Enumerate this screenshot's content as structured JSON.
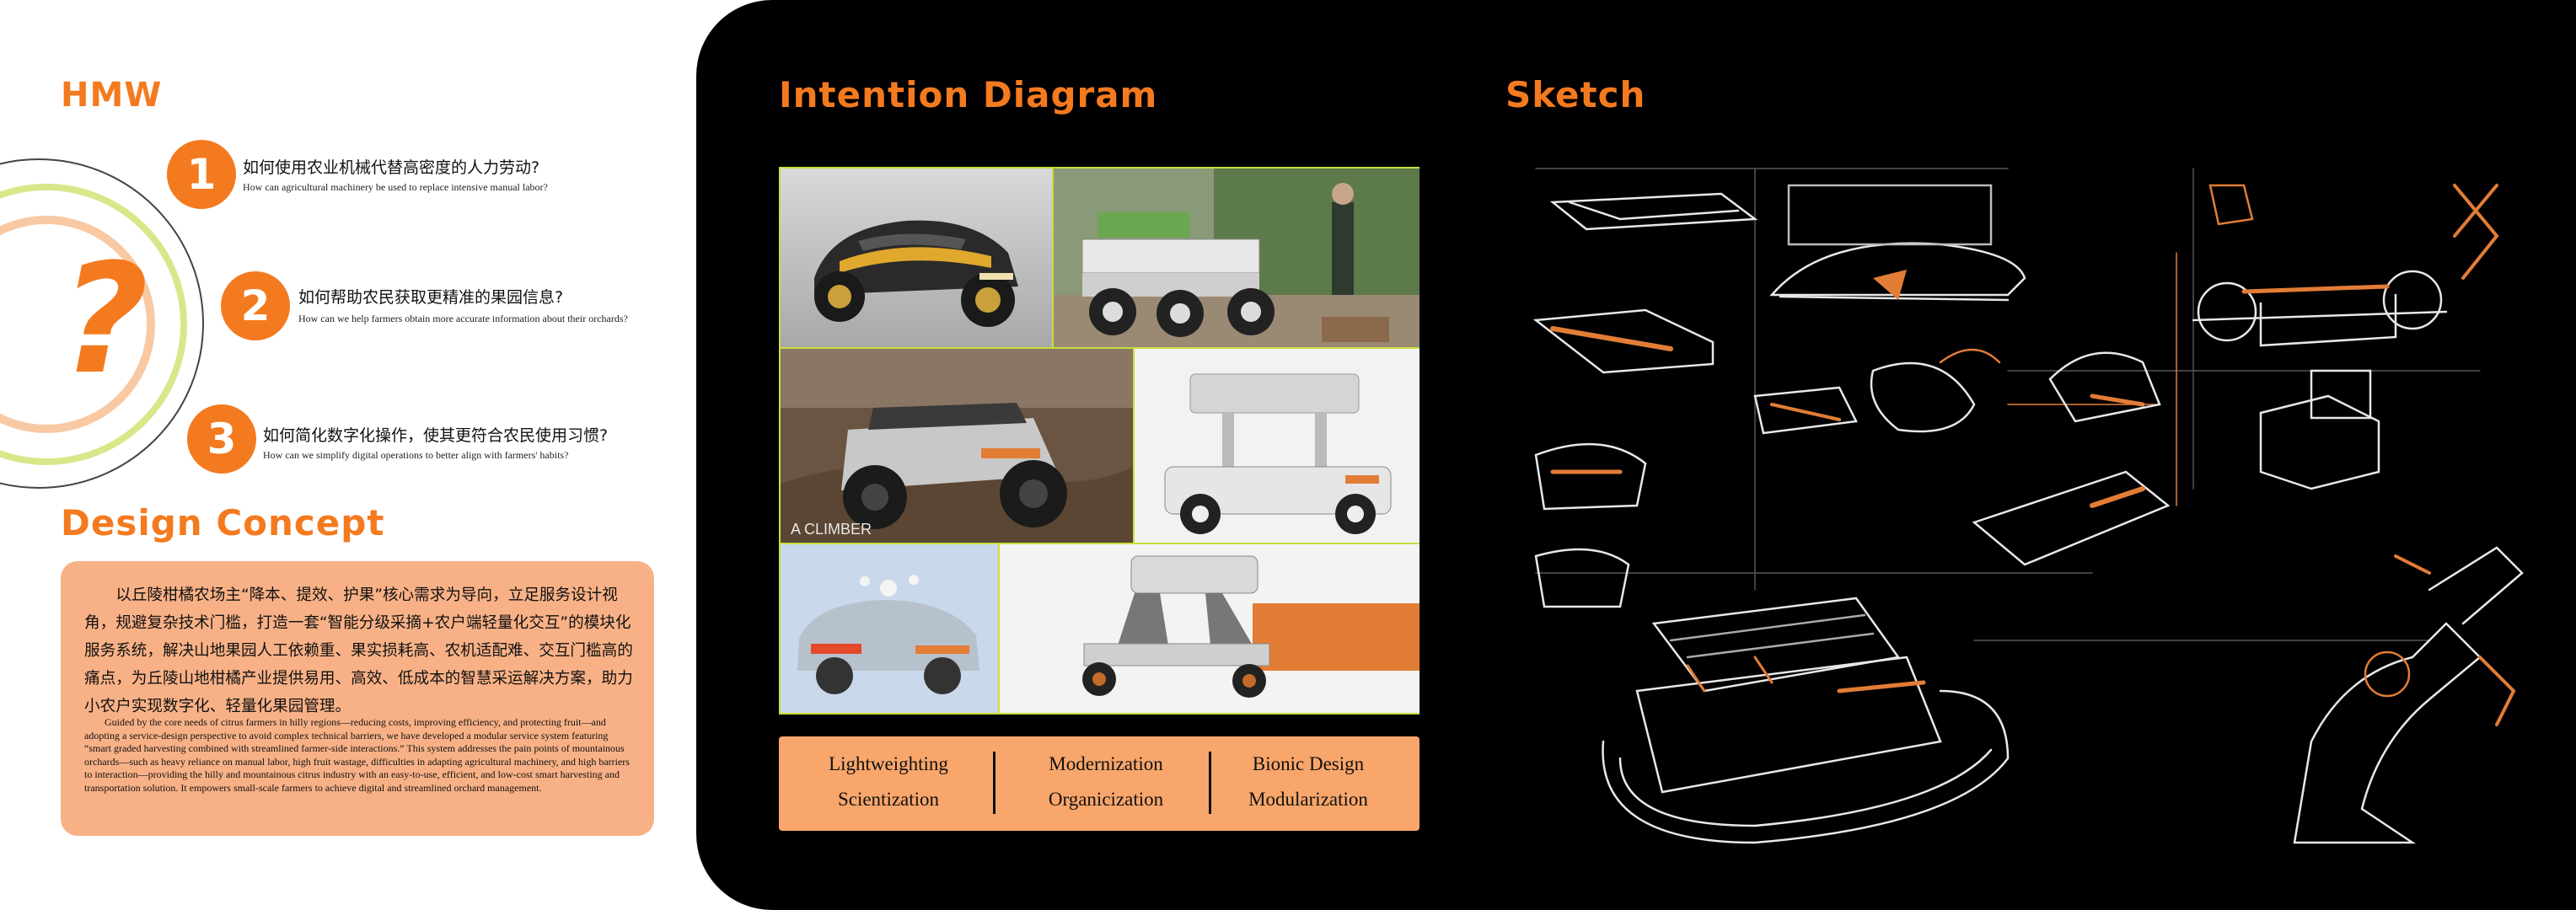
{
  "hmw": {
    "title": "HMW",
    "question_mark": "?",
    "questions": [
      {
        "number": "1",
        "cn": "如何使用农业机械代替高密度的人力劳动?",
        "en": "How can agricultural machinery be used to replace intensive manual labor?"
      },
      {
        "number": "2",
        "cn": "如何帮助农民获取更精准的果园信息?",
        "en": "How can we help farmers obtain more accurate information about their orchards?"
      },
      {
        "number": "3",
        "cn": "如何简化数字化操作，使其更符合农民使用习惯?",
        "en": "How can we simplify digital operations to better align with farmers' habits?"
      }
    ]
  },
  "design_concept": {
    "title": "Design Concept",
    "cn": "以丘陵柑橘农场主“降本、提效、护果”核心需求为导向，立足服务设计视角，规避复杂技术门槛，打造一套“智能分级采摘+农户端轻量化交互”的模块化服务系统，解决山地果园人工依赖重、果实损耗高、农机适配难、交互门槛高的痛点，为丘陵山地柑橘产业提供易用、高效、低成本的智慧采运解决方案，助力小农户实现数字化、轻量化果园管理。",
    "en": "Guided by the core needs of citrus farmers in hilly regions—reducing costs, improving efficiency, and protecting fruit—and adopting a service-design perspective to avoid complex technical barriers, we have developed a modular service system featuring “smart graded harvesting combined with streamlined farmer-side interactions.” This system addresses the pain points of mountainous orchards—such as heavy reliance on manual labor, high fruit wastage, difficulties in adapting agricultural machinery, and high barriers to interaction—providing the hilly and mountainous citrus industry with an easy-to-use, efficient, and low-cost smart harvesting and transportation solution. It empowers small-scale farmers to achieve digital and streamlined orchard management."
  },
  "intention": {
    "title": "Intention Diagram",
    "image_caption": "A CLIMBER",
    "keywords_row1": [
      "Lightweighting",
      "Modernization",
      "Bionic Design"
    ],
    "keywords_row2": [
      "Scientization",
      "Organicization",
      "Modularization"
    ]
  },
  "sketch": {
    "title": "Sketch"
  },
  "colors": {
    "accent": "#f47a1f",
    "peach": "#f8b186",
    "keyword_bar": "#f8a66b",
    "frame_green": "#c9de3c",
    "ring_green": "#d7e88b",
    "panel_black": "#000000"
  }
}
